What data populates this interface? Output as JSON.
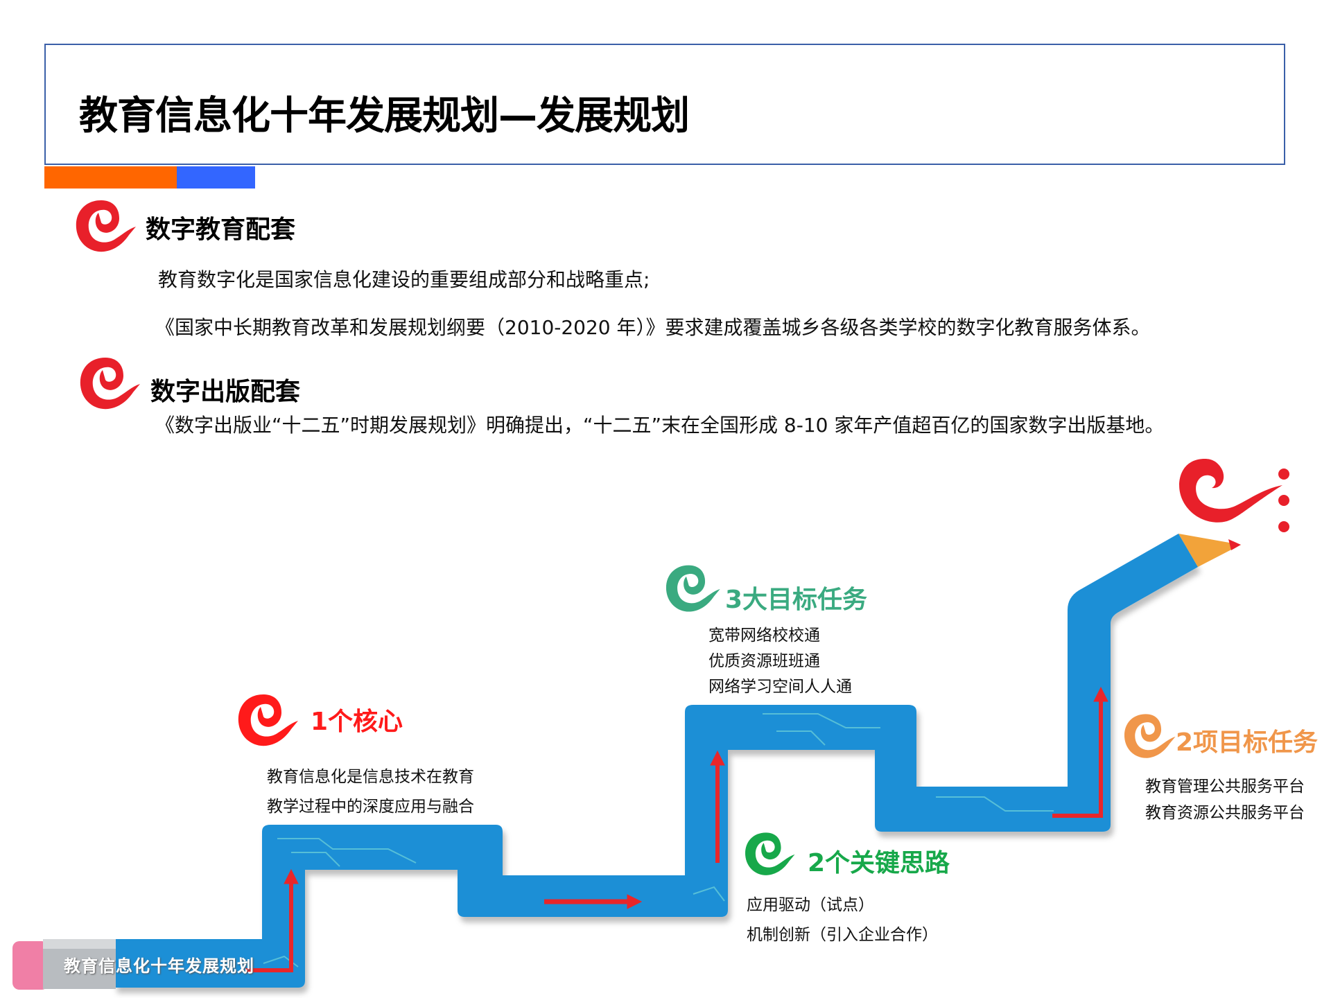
{
  "header": {
    "title": "教育信息化十年发展规划—发展规划"
  },
  "colors": {
    "header_border": "#3a5fa8",
    "accent_orange": "#ff6600",
    "accent_blue": "#3366ff",
    "step_blue": "#1e8fd6",
    "arrow_red": "#e8262a",
    "logo_red": "#e8202a",
    "logo_teal": "#3aaa80",
    "logo_green": "#17a84a",
    "logo_orange": "#f0964a"
  },
  "sections": [
    {
      "heading": "数字教育配套",
      "icon": "e-swirl-logo-icon",
      "lines": [
        "教育数字化是国家信息化建设的重要组成部分和战略重点;",
        "《国家中长期教育改革和发展规划纲要（2010-2020 年）》要求建成覆盖城乡各级各类学校的数字化教育服务体系。"
      ]
    },
    {
      "heading": "数字出版配套",
      "icon": "e-swirl-logo-icon",
      "lines": [
        "《数字出版业“十二五”时期发展规划》明确提出，“十二五”末在全国形成 8-10 家年产值超百亿的国家数字出版基地。"
      ]
    }
  ],
  "staircase": {
    "pencil_label": "教育信息化十年发展规划",
    "steps": [
      {
        "title": "1个核心",
        "color": "#e8202a",
        "lines": [
          "教育信息化是信息技术在教育",
          "教学过程中的深度应用与融合"
        ]
      },
      {
        "title": "2个关键思路",
        "color": "#17a84a",
        "lines": [
          "应用驱动（试点）",
          "机制创新（引入企业合作）"
        ]
      },
      {
        "title": "3大目标任务",
        "color": "#3aaa80",
        "lines": [
          "宽带网络校校通",
          "优质资源班班通",
          "网络学习空间人人通"
        ]
      },
      {
        "title": "2项目标任务",
        "color": "#f0964a",
        "lines": [
          "教育管理公共服务平台",
          "教育资源公共服务平台"
        ]
      }
    ]
  }
}
